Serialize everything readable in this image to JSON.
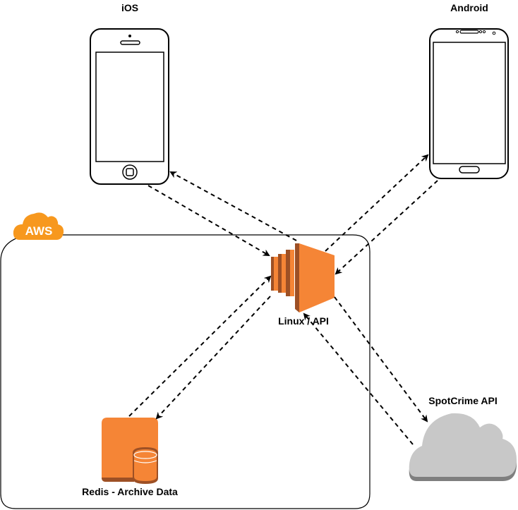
{
  "nodes": {
    "ios": {
      "label": "iOS"
    },
    "android": {
      "label": "Android"
    },
    "aws": {
      "label": "AWS"
    },
    "ec2": {
      "label": "Linux / API"
    },
    "redis": {
      "label": "Redis - Archive Data"
    },
    "spotcrime": {
      "label": "SpotCrime API"
    }
  },
  "colors": {
    "aws_orange": "#F58536",
    "aws_orange_dark": "#9D5025",
    "aws_cloud": "#F7981E",
    "cloud_gray": "#C8C8C8",
    "cloud_shadow": "#7F7F7F",
    "line": "#000000"
  },
  "connections": [
    {
      "from": "ios",
      "to": "ec2",
      "style": "dashed"
    },
    {
      "from": "ec2",
      "to": "ios",
      "style": "dashed"
    },
    {
      "from": "android",
      "to": "ec2",
      "style": "dashed"
    },
    {
      "from": "ec2",
      "to": "android",
      "style": "dashed"
    },
    {
      "from": "redis",
      "to": "ec2",
      "style": "dashed"
    },
    {
      "from": "ec2",
      "to": "redis",
      "style": "dashed"
    },
    {
      "from": "ec2",
      "to": "spotcrime",
      "style": "dashed"
    },
    {
      "from": "spotcrime",
      "to": "ec2",
      "style": "dashed"
    }
  ]
}
